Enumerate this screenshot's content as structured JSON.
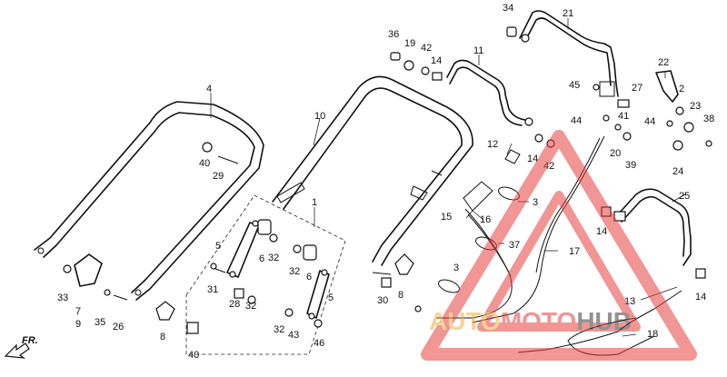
{
  "diagram": {
    "labels": [
      {
        "id": "l1",
        "text": "1"
      },
      {
        "id": "l2",
        "text": "2"
      },
      {
        "id": "l3a",
        "text": "3"
      },
      {
        "id": "l3b",
        "text": "3"
      },
      {
        "id": "l4",
        "text": "4"
      },
      {
        "id": "l5a",
        "text": "5"
      },
      {
        "id": "l5b",
        "text": "5"
      },
      {
        "id": "l6a",
        "text": "6"
      },
      {
        "id": "l6b",
        "text": "6"
      },
      {
        "id": "l7",
        "text": "7"
      },
      {
        "id": "l8a",
        "text": "8"
      },
      {
        "id": "l8b",
        "text": "8"
      },
      {
        "id": "l9",
        "text": "9"
      },
      {
        "id": "l10",
        "text": "10"
      },
      {
        "id": "l11",
        "text": "11"
      },
      {
        "id": "l12",
        "text": "12"
      },
      {
        "id": "l13",
        "text": "13"
      },
      {
        "id": "l14a",
        "text": "14"
      },
      {
        "id": "l14b",
        "text": "14"
      },
      {
        "id": "l14c",
        "text": "14"
      },
      {
        "id": "l14d",
        "text": "14"
      },
      {
        "id": "l15",
        "text": "15"
      },
      {
        "id": "l16",
        "text": "16"
      },
      {
        "id": "l17",
        "text": "17"
      },
      {
        "id": "l18",
        "text": "18"
      },
      {
        "id": "l19",
        "text": "19"
      },
      {
        "id": "l20",
        "text": "20"
      },
      {
        "id": "l21",
        "text": "21"
      },
      {
        "id": "l22",
        "text": "22"
      },
      {
        "id": "l23",
        "text": "23"
      },
      {
        "id": "l24",
        "text": "24"
      },
      {
        "id": "l25",
        "text": "25"
      },
      {
        "id": "l26",
        "text": "26"
      },
      {
        "id": "l27",
        "text": "27"
      },
      {
        "id": "l28",
        "text": "28"
      },
      {
        "id": "l29",
        "text": "29"
      },
      {
        "id": "l30",
        "text": "30"
      },
      {
        "id": "l31",
        "text": "31"
      },
      {
        "id": "l32a",
        "text": "32"
      },
      {
        "id": "l32b",
        "text": "32"
      },
      {
        "id": "l32c",
        "text": "32"
      },
      {
        "id": "l32d",
        "text": "32"
      },
      {
        "id": "l33",
        "text": "33"
      },
      {
        "id": "l34",
        "text": "34"
      },
      {
        "id": "l35",
        "text": "35"
      },
      {
        "id": "l36",
        "text": "36"
      },
      {
        "id": "l37",
        "text": "37"
      },
      {
        "id": "l38",
        "text": "38"
      },
      {
        "id": "l39",
        "text": "39"
      },
      {
        "id": "l40a",
        "text": "40"
      },
      {
        "id": "l40b",
        "text": "40"
      },
      {
        "id": "l41",
        "text": "41"
      },
      {
        "id": "l42a",
        "text": "42"
      },
      {
        "id": "l42b",
        "text": "42"
      },
      {
        "id": "l43",
        "text": "43"
      },
      {
        "id": "l44a",
        "text": "44"
      },
      {
        "id": "l44b",
        "text": "44"
      },
      {
        "id": "l45",
        "text": "45"
      },
      {
        "id": "l46",
        "text": "46"
      }
    ],
    "direction_label": "FR.",
    "watermark": {
      "part1": "AUTO",
      "part2": "MOTO",
      "part3": "HUB",
      "part1_color": "#f0b040",
      "part2_color": "#e84040",
      "part3_color": "#3a3a3a",
      "triangle_color": "#e84040"
    }
  }
}
